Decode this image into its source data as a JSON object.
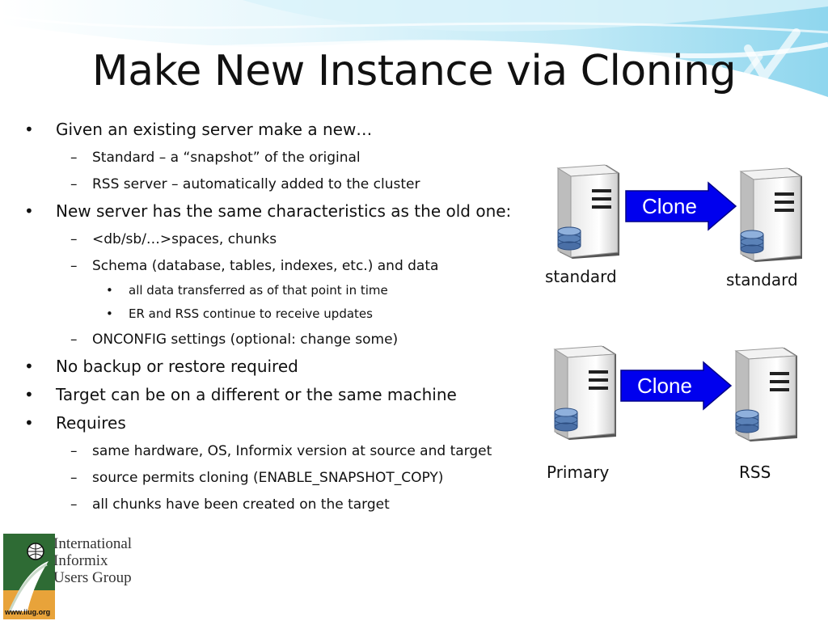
{
  "slide": {
    "title": "Make New Instance via Cloning",
    "bullets": [
      {
        "text": "Given an existing server make a new…"
      },
      {
        "text": "Standard – a “snapshot” of the original"
      },
      {
        "text": "RSS server – automatically added to the cluster"
      },
      {
        "text": "New server has the same characteristics as the old one:"
      },
      {
        "text": "<db/sb/…>spaces, chunks"
      },
      {
        "text": "Schema (database, tables, indexes, etc.) and data"
      },
      {
        "text": "all data transferred as of that point in time"
      },
      {
        "text": "ER and RSS continue to receive updates"
      },
      {
        "text": "ONCONFIG settings (optional: change some)"
      },
      {
        "text": "No backup or restore required"
      },
      {
        "text": "Target can be on a different or the same machine"
      },
      {
        "text": "Requires"
      },
      {
        "text": "same hardware, OS, Informix version at source and target"
      },
      {
        "text": "source permits cloning (ENABLE_SNAPSHOT_COPY)"
      },
      {
        "text": "all chunks have been created on the target"
      }
    ]
  },
  "diagram": {
    "top": {
      "arrow_label": "Clone",
      "source_label": "standard",
      "target_label": "standard"
    },
    "bottom": {
      "arrow_label": "Clone",
      "source_label": "Primary",
      "target_label": "RSS"
    },
    "icons": {
      "server": "server-icon",
      "database": "database-icon",
      "arrow": "arrow-right-icon"
    }
  },
  "logo": {
    "line1": "International",
    "line2": "Informix",
    "line3": "Users Group",
    "url": "www.iiug.org",
    "icon": "globe-icon"
  },
  "colors": {
    "arrow_fill": "#0000ee",
    "wave_light": "#cfeef8",
    "wave_mid": "#8fd6ee",
    "logo_green": "#2e6b34",
    "logo_orange": "#e8a33a"
  }
}
